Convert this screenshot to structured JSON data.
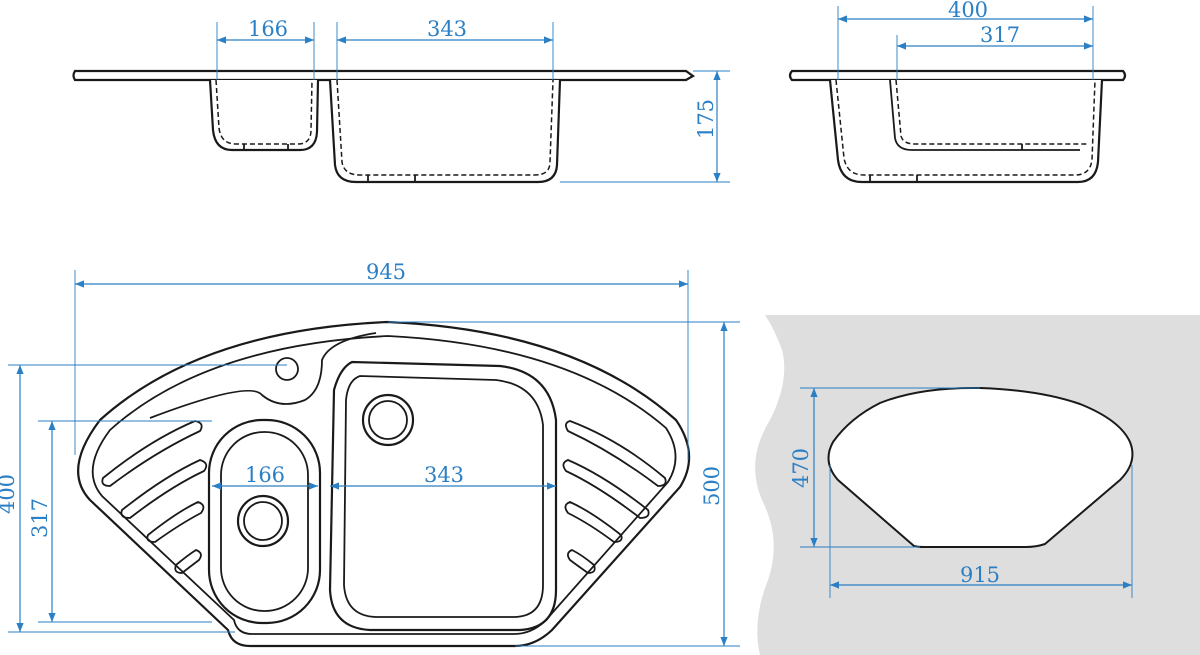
{
  "colors": {
    "dimension": "#2b7fc4",
    "outline": "#1a1a1a",
    "wall": "#dedede",
    "background": "#ffffff"
  },
  "side_view": {
    "small_bowl_width": "166",
    "large_bowl_width": "343",
    "depth": "175"
  },
  "end_view": {
    "overall_depth": "400",
    "bowl_depth": "317"
  },
  "plan_view": {
    "overall_width": "945",
    "overall_height": "500",
    "small_bowl_width": "166",
    "large_bowl_width": "343",
    "depth_left": "400",
    "bowl_depth": "317"
  },
  "cutout": {
    "width": "915",
    "height": "470"
  }
}
